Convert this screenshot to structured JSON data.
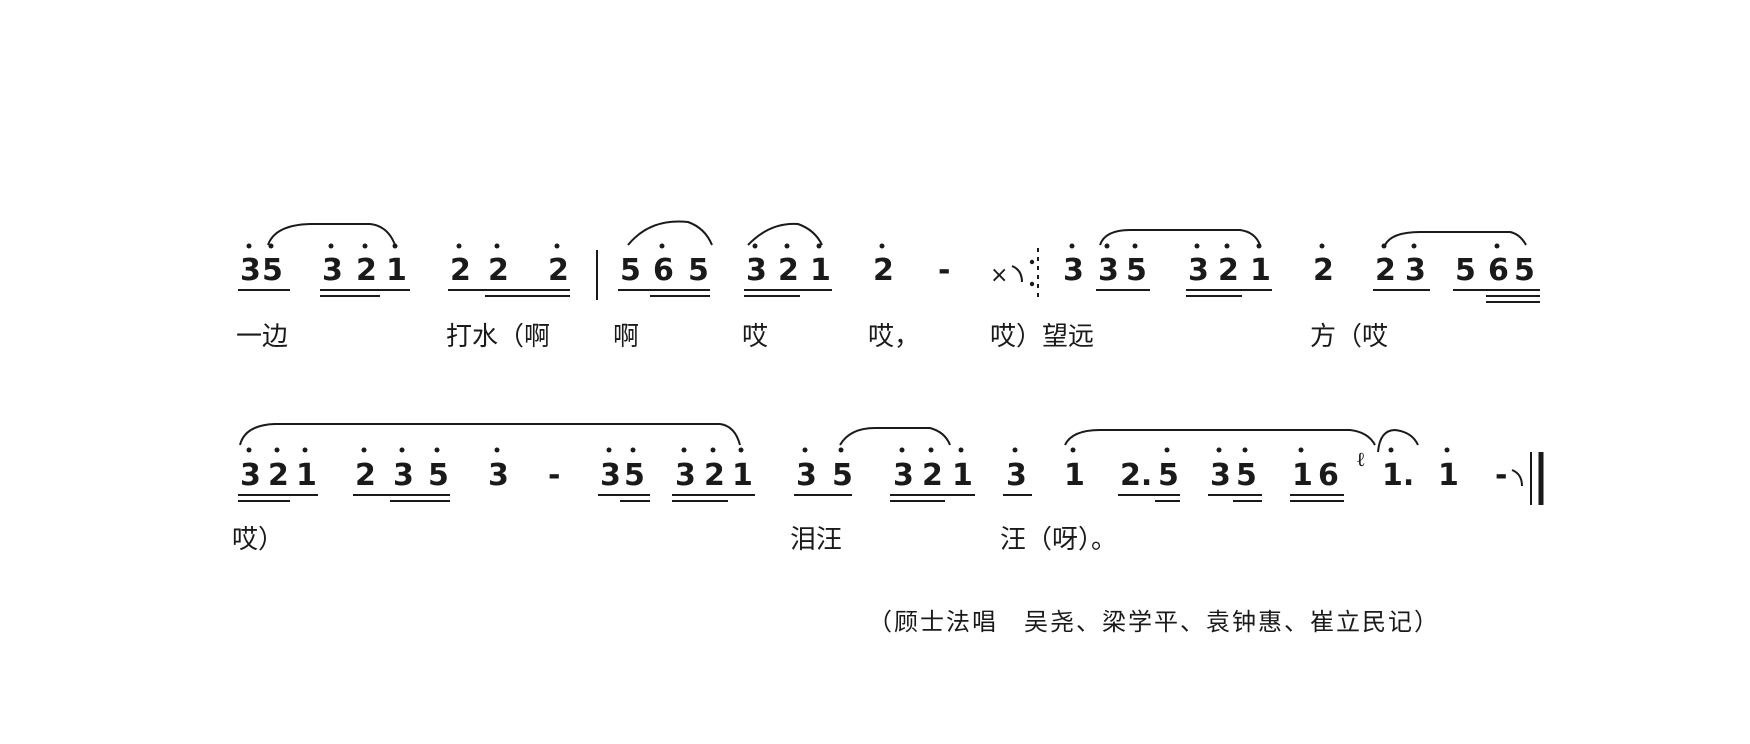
{
  "score": {
    "systems": [
      {
        "notes": [
          "3",
          "5",
          "3",
          "2",
          "1",
          "2",
          "2",
          "2",
          "5",
          "6",
          "5",
          "3",
          "2",
          "1",
          "2",
          "-",
          "3",
          "3",
          "5",
          "3",
          "2",
          "1",
          "2",
          "2",
          "3",
          "5",
          "6",
          "5"
        ],
        "lyrics": [
          "一边",
          "打水（啊",
          "啊",
          "哎",
          "哎，",
          "哎）望远",
          "方（哎"
        ]
      },
      {
        "notes": [
          "3",
          "2",
          "1",
          "2",
          "3",
          "5",
          "3",
          "-",
          "3",
          "5",
          "3",
          "2",
          "1",
          "3",
          "5",
          "3",
          "2",
          "1",
          "3",
          "1",
          "2.",
          "5",
          "3",
          "5",
          "1",
          "6",
          "1.",
          "1",
          "-"
        ],
        "lyrics": [
          "哎）",
          "泪汪",
          "汪（呀）。"
        ]
      }
    ],
    "grace_note": "ℓ",
    "credit": "（顾士法唱　吴尧、梁学平、袁钟惠、崔立民记）"
  }
}
